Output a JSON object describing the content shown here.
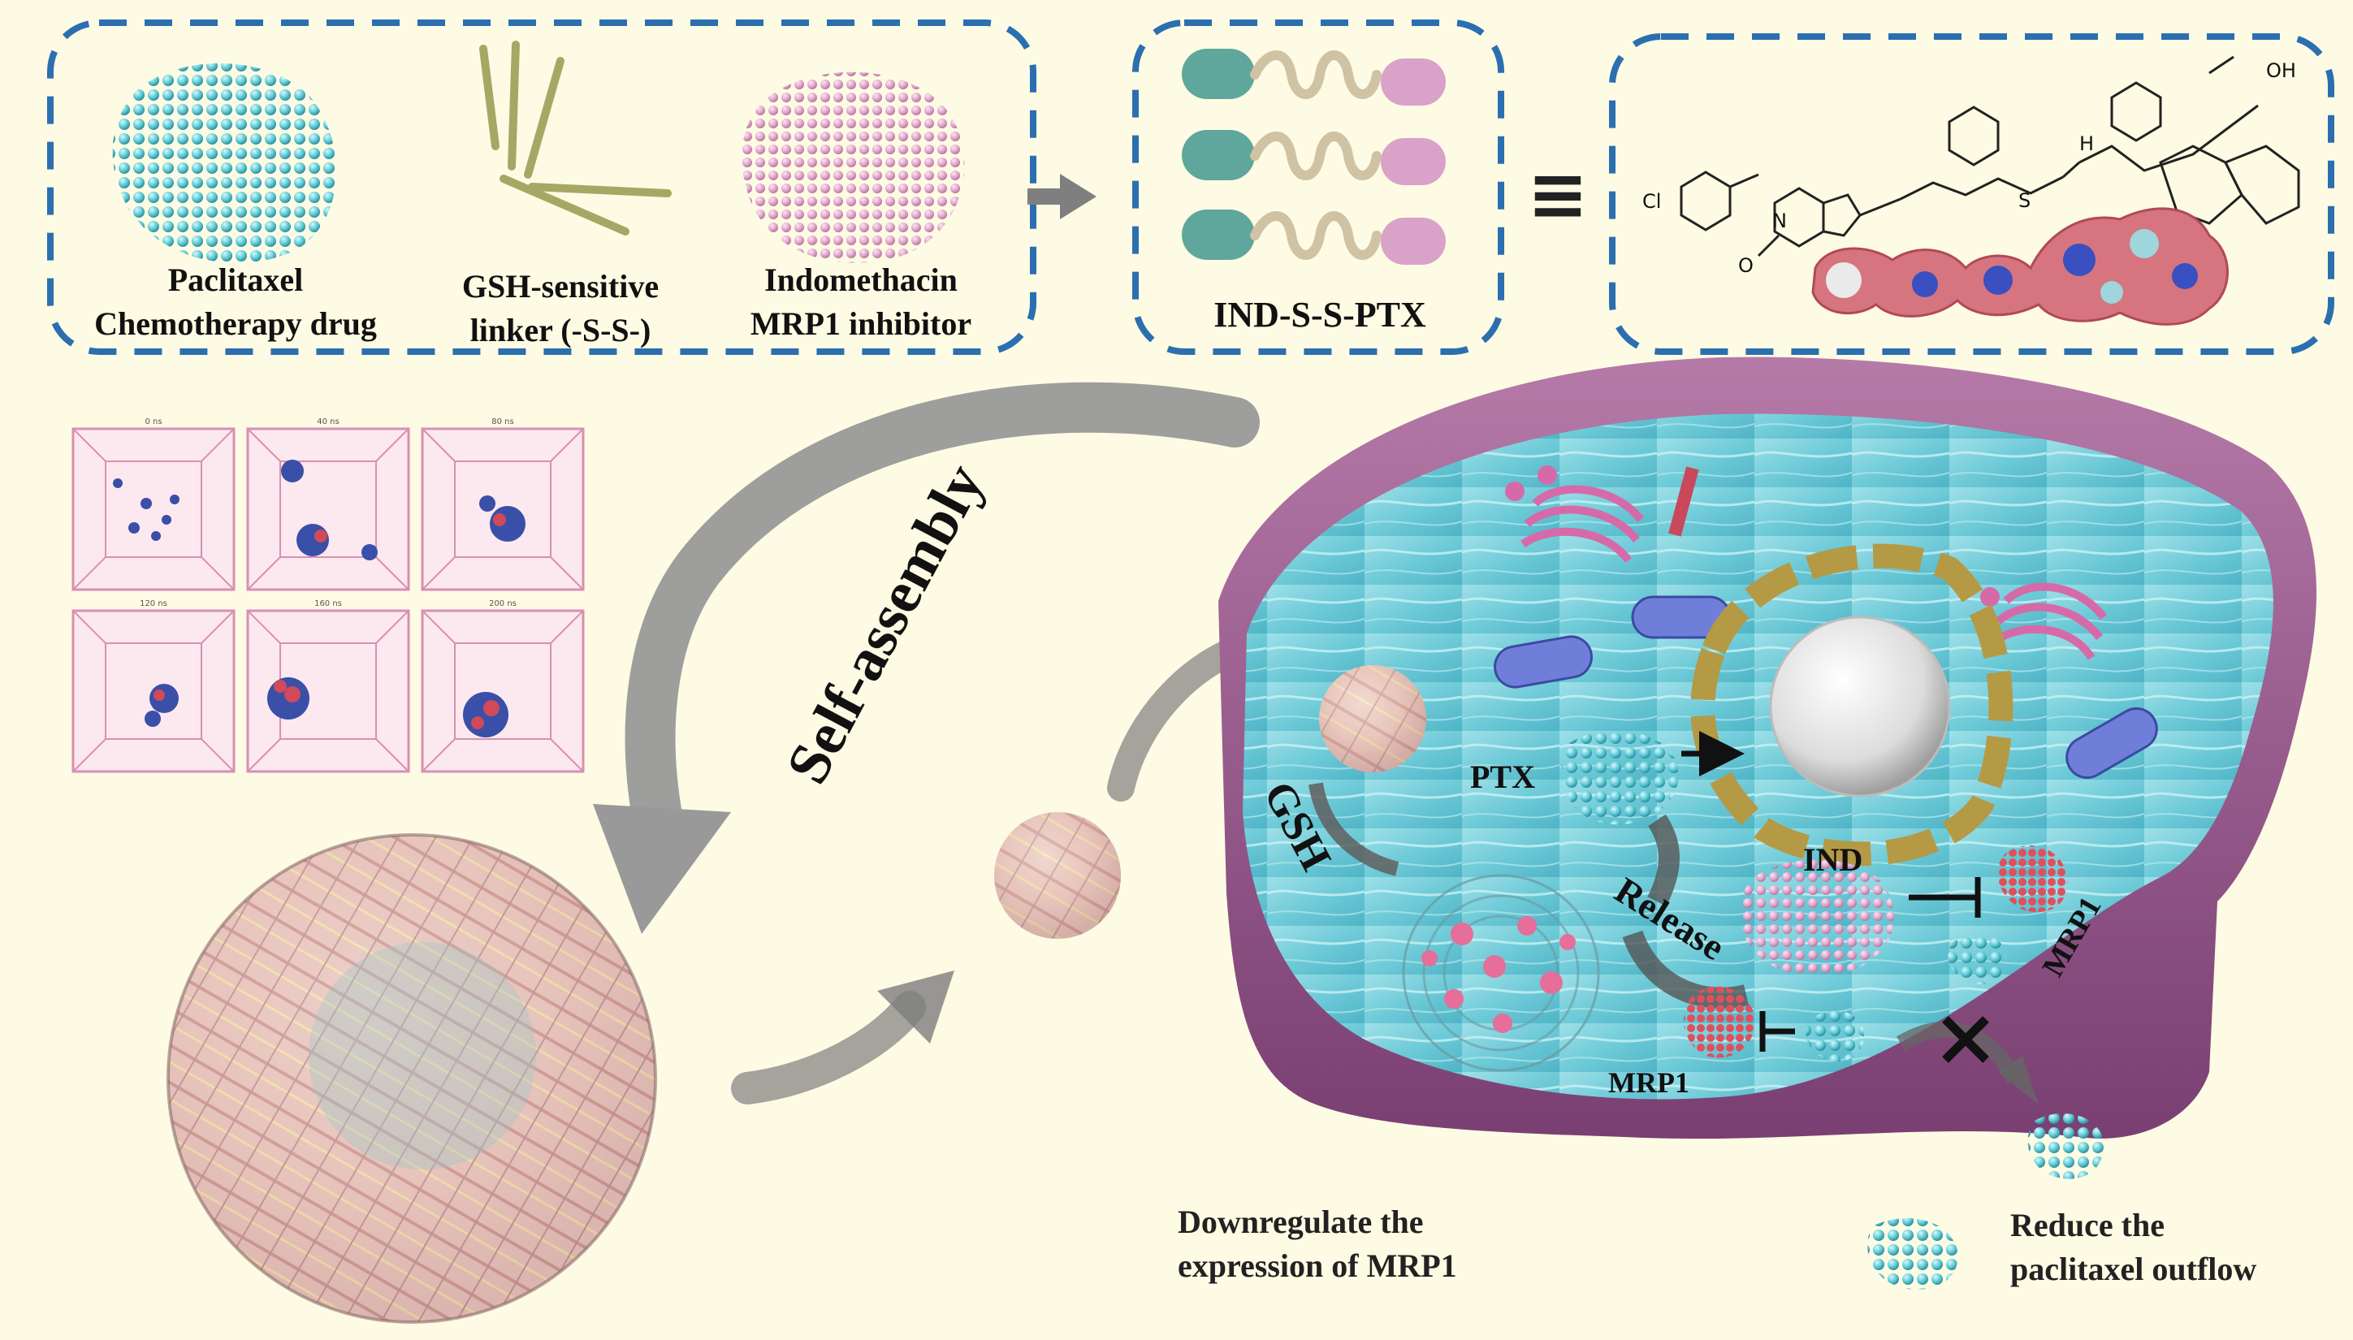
{
  "components": {
    "paclitaxel": {
      "name": "Paclitaxel",
      "role": "Chemotherapy  drug"
    },
    "linker": {
      "name": "GSH-sensitive",
      "role": "linker (-S-S-)"
    },
    "indomethacin": {
      "name": "Indomethacin",
      "role": "MRP1 inhibitor"
    }
  },
  "prodrug_label": "IND-S-S-PTX",
  "equivalence_symbol": "≡",
  "structure": {
    "cl": "Cl",
    "o": "O",
    "n": "N",
    "s": "S",
    "h": "H",
    "oh": "OH"
  },
  "simulation_times": [
    "0 ns",
    "40 ns",
    "80 ns",
    "120 ns",
    "160 ns",
    "200 ns"
  ],
  "self_assembly_label": "Self-assembly",
  "cell": {
    "gsh": "GSH",
    "ptx": "PTX",
    "release": "Release",
    "ind": "IND",
    "mrp1_right": "MRP1",
    "mrp1_left": "MRP1"
  },
  "captions": {
    "downregulate": [
      "Downregulate  the",
      "expression of MRP1"
    ],
    "reduce": [
      "Reduce the",
      "paclitaxel  outflow"
    ]
  },
  "colors": {
    "background": "#fdfbe3",
    "dash_box": "#2b6fb0",
    "ptx_teal": "#5ecbd6",
    "ind_pink": "#e8a9cf",
    "cell_membrane": "#9a5a8e",
    "cytoplasm": "#7fd3dd",
    "arrow_gray": "#8c8c8c",
    "mrp1_red": "#e0505c"
  }
}
